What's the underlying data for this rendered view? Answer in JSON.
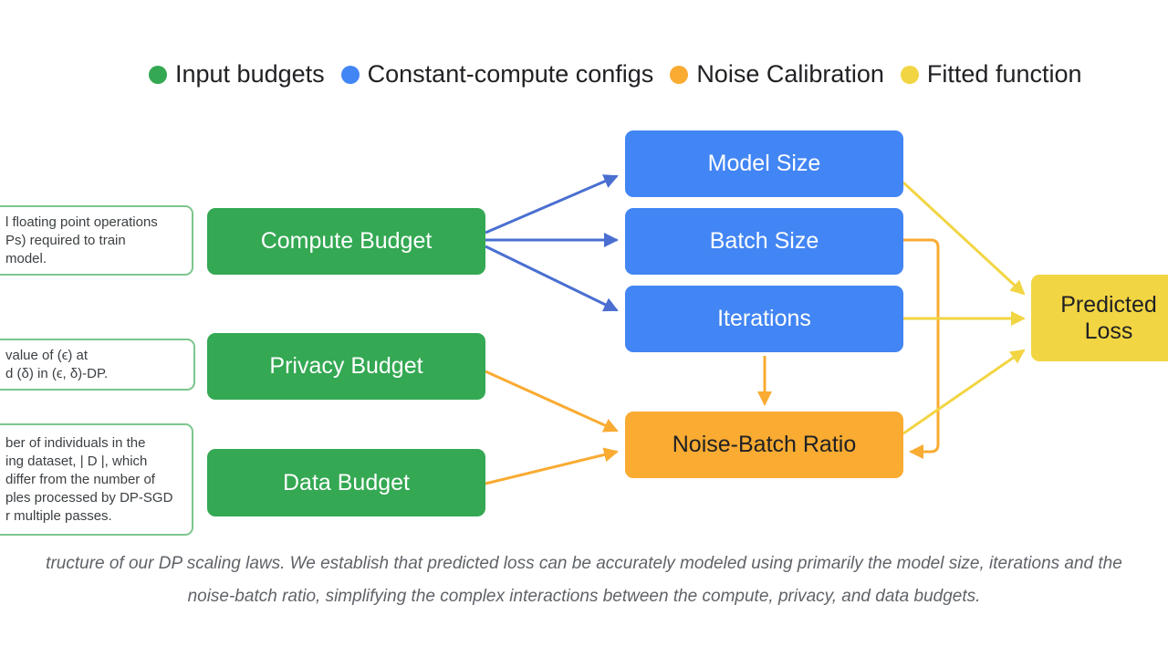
{
  "legend": [
    {
      "label": "Input budgets",
      "color": "#34a853"
    },
    {
      "label": "Constant-compute configs",
      "color": "#4285f4"
    },
    {
      "label": "Noise Calibration",
      "color": "#f9ab32"
    },
    {
      "label": "Fitted function",
      "color": "#f2d543"
    }
  ],
  "descriptions": {
    "compute": [
      "l floating point operations",
      "Ps) required to train",
      "model."
    ],
    "privacy": [
      "value of (ϵ) at",
      "d (δ) in (ϵ, δ)-DP."
    ],
    "data": [
      "ber of individuals in the",
      "ing dataset, | D |, which",
      "differ from the number of",
      "ples processed by DP-SGD",
      "r multiple passes."
    ]
  },
  "inputs": {
    "compute": "Compute Budget",
    "privacy": "Privacy Budget",
    "data": "Data Budget"
  },
  "configs": {
    "model_size": "Model Size",
    "batch_size": "Batch Size",
    "iterations": "Iterations"
  },
  "noise": "Noise-Batch Ratio",
  "output": {
    "line1": "Predicted",
    "line2": "Loss"
  },
  "caption": {
    "line1": "tructure of our DP scaling laws. We establish that predicted loss can be accurately modeled using primarily the model size, iterations and the",
    "line2": "noise-batch ratio, simplifying the complex interactions between the compute, privacy, and data budgets."
  }
}
